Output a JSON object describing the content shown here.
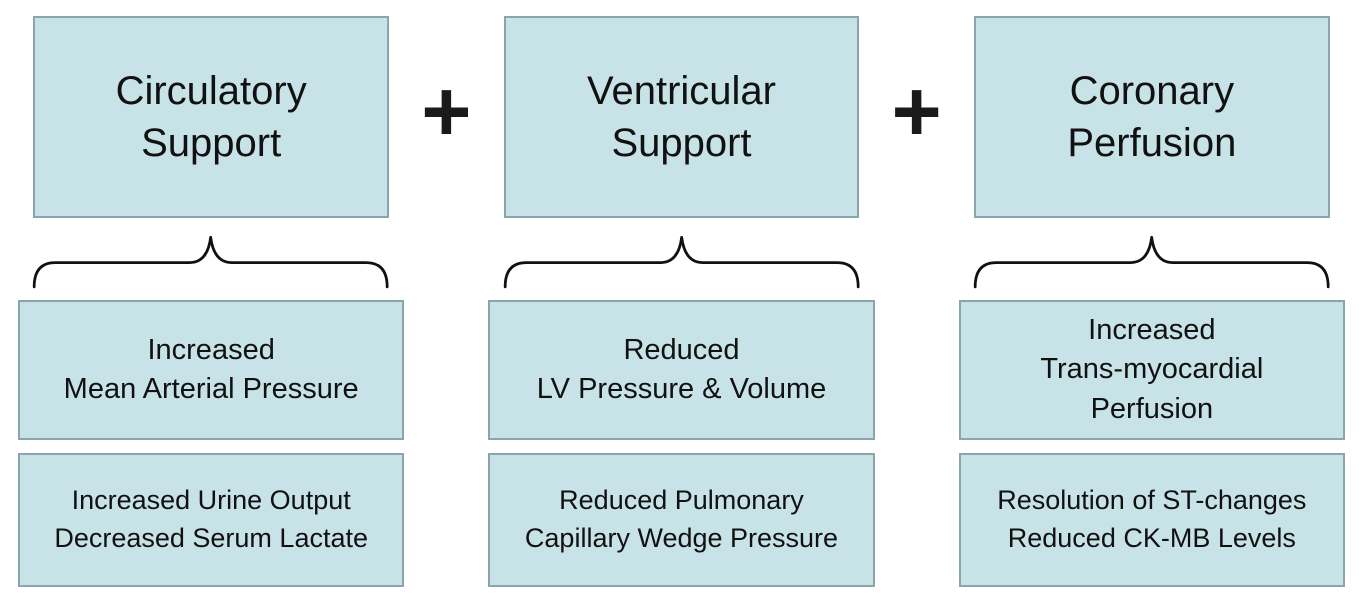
{
  "plus_sign": "+",
  "colors": {
    "box_fill": "#c7e3e7",
    "box_border": "#8aa6ac",
    "text": "#111111"
  },
  "columns": [
    {
      "title": "Circulatory\nSupport",
      "primary_effect": "Increased\nMean Arterial Pressure",
      "clinical_markers": "Increased Urine Output\nDecreased Serum Lactate"
    },
    {
      "title": "Ventricular\nSupport",
      "primary_effect": "Reduced\nLV Pressure & Volume",
      "clinical_markers": "Reduced Pulmonary\nCapillary Wedge Pressure"
    },
    {
      "title": "Coronary\nPerfusion",
      "primary_effect": "Increased\nTrans-myocardial\nPerfusion",
      "clinical_markers": "Resolution of ST-changes\nReduced CK-MB Levels"
    }
  ]
}
